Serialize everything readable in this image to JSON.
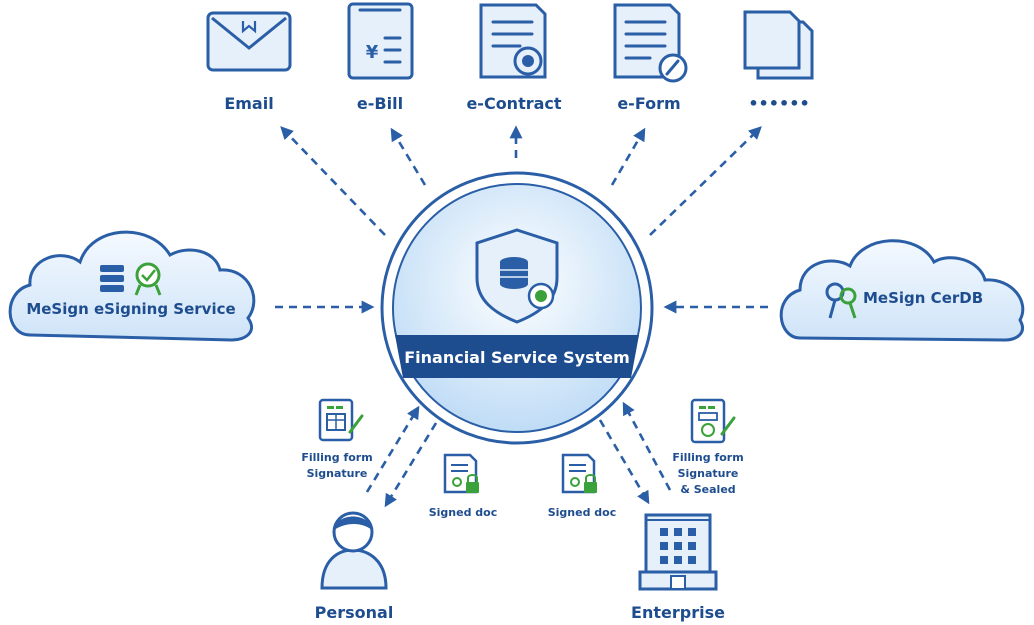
{
  "outputs": {
    "email": "Email",
    "ebill": "e-Bill",
    "econtract": "e-Contract",
    "eform": "e-Form",
    "more": "••••••"
  },
  "center": {
    "title": "Financial Service System"
  },
  "left_cloud": {
    "label": "MeSign eSigning Service"
  },
  "right_cloud": {
    "label": "MeSign CerDB"
  },
  "personal": {
    "label": "Personal",
    "upload_line1": "Filling form",
    "upload_line2": "Signature",
    "download": "Signed doc"
  },
  "enterprise": {
    "label": "Enterprise",
    "upload_line1": "Filling form",
    "upload_line2": "Signature",
    "upload_line3": "& Sealed",
    "download": "Signed doc"
  },
  "colors": {
    "primary": "#1e4d8f",
    "accent": "#3ba13b",
    "light": "#e6f0fb"
  }
}
